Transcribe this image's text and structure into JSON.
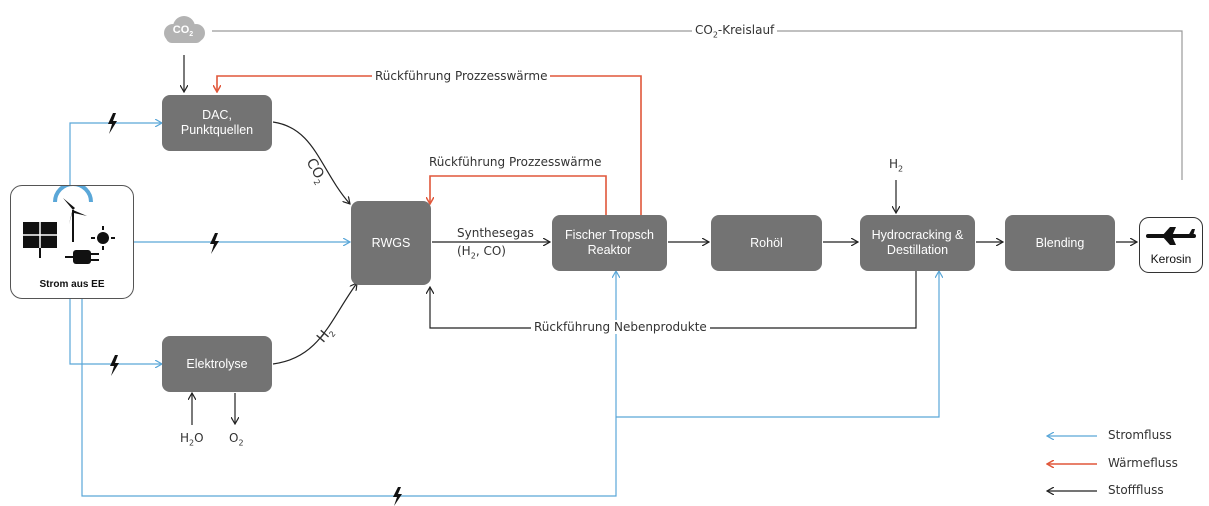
{
  "boxes": {
    "dac": "DAC,\nPunktquellen",
    "rwgs": "RWGS",
    "fischer_tropsch": "Fischer Tropsch\nReaktor",
    "rohoel": "Rohöl",
    "hydrocracking": "Hydrocracking &\nDestillation",
    "blending": "Blending",
    "elektrolyse": "Elektrolyse"
  },
  "source": {
    "label": "Strom aus EE"
  },
  "product": {
    "label": "Kerosin"
  },
  "cloud": {
    "label_main": "CO",
    "label_sub": "2"
  },
  "labels": {
    "co2_kreislauf_main": "CO",
    "co2_kreislauf_sub": "2",
    "co2_kreislauf_rest": "-Kreislauf",
    "rueckfuehrung_top": "Rückführung Prozzesswärme",
    "rueckfuehrung_mid": "Rückführung Prozzesswärme",
    "rueckfuehrung_neben": "Rückführung Nebenprodukte",
    "synthesegas_line1": "Synthesegas",
    "synthesegas_line2_a": "(H",
    "synthesegas_line2_sub": "2",
    "synthesegas_line2_b": ", CO)",
    "co2_curve_main": "CO",
    "co2_curve_sub": "2",
    "h2_curve_main": "H",
    "h2_curve_sub": "2",
    "h2_top_main": "H",
    "h2_top_sub": "2",
    "h2o_main": "H",
    "h2o_sub": "2",
    "h2o_rest": "O",
    "o2_main": "O",
    "o2_sub": "2"
  },
  "legend": [
    {
      "label": "Stromfluss",
      "color": "#5aa7d8"
    },
    {
      "label": "Wärmefluss",
      "color": "#e0573a"
    },
    {
      "label": "Stofffluss",
      "color": "#222222"
    }
  ],
  "colors": {
    "strom": "#5aa7d8",
    "waerme": "#e0573a",
    "stoff": "#222222",
    "box": "#737373"
  }
}
